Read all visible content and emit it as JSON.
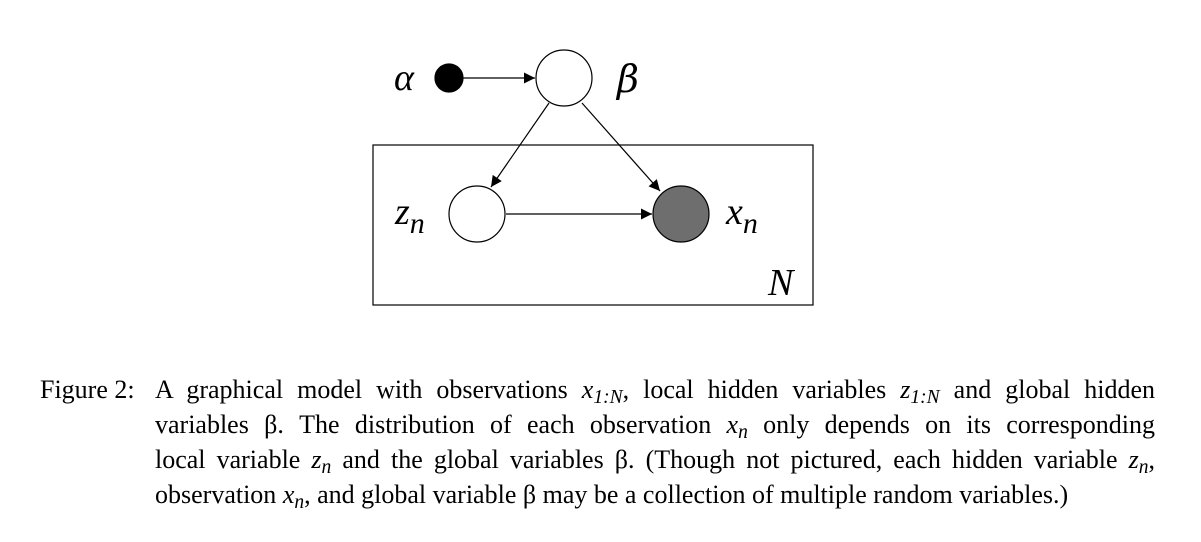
{
  "diagram": {
    "nodes": [
      {
        "id": "alpha",
        "label": "α",
        "style": "fixed-parameter",
        "fill": "#000000"
      },
      {
        "id": "beta",
        "label": "β",
        "style": "hidden",
        "fill": "#ffffff"
      },
      {
        "id": "z",
        "label": "z",
        "subscript": "n",
        "style": "hidden",
        "fill": "#ffffff"
      },
      {
        "id": "x",
        "label": "x",
        "subscript": "n",
        "style": "observed",
        "fill": "#6e6e6e"
      }
    ],
    "edges": [
      {
        "from": "alpha",
        "to": "beta"
      },
      {
        "from": "beta",
        "to": "z"
      },
      {
        "from": "beta",
        "to": "x"
      },
      {
        "from": "z",
        "to": "x"
      }
    ],
    "plate": {
      "label": "N",
      "contains": [
        "z",
        "x"
      ]
    }
  },
  "caption": {
    "label": "Figure 2:",
    "lines": [
      [
        "A graphical model with observations ",
        {
          "i": "x"
        },
        {
          "sub": "1:N"
        },
        ", local hidden variables ",
        {
          "i": "z"
        },
        {
          "sub": "1:N"
        },
        " and global hidden"
      ],
      [
        "variables β.  The distribution of each observation ",
        {
          "i": "x"
        },
        {
          "sub": "n"
        },
        " only depends on its corresponding"
      ],
      [
        "local variable ",
        {
          "i": "z"
        },
        {
          "sub": "n"
        },
        " and the global variables β. (Though not pictured, each hidden variable ",
        {
          "i": "z"
        },
        {
          "sub": "n"
        },
        ","
      ],
      [
        "observation ",
        {
          "i": "x"
        },
        {
          "sub": "n"
        },
        ", and global variable β may be a collection of multiple random variables.)"
      ]
    ]
  }
}
